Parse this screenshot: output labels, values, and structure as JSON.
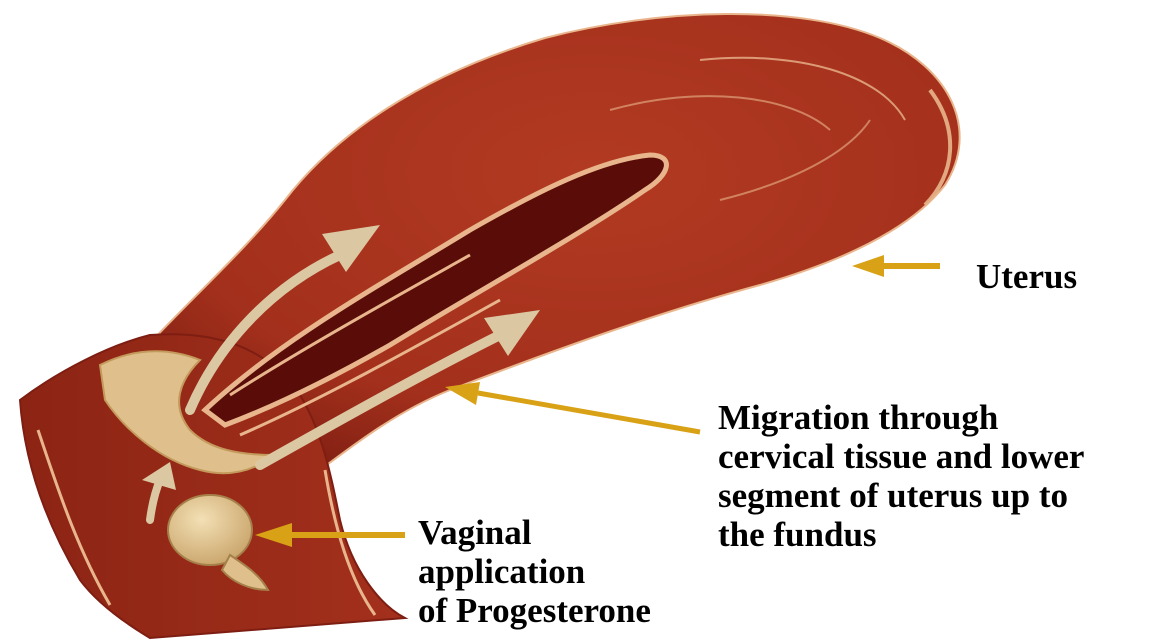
{
  "labels": {
    "uterus": "Uterus",
    "migration": {
      "lines": [
        "Migration through",
        "cervical tissue and lower",
        "segment of uterus up to",
        "the fundus"
      ]
    },
    "vaginal": {
      "lines": [
        "Vaginal",
        "application",
        "of Progesterone"
      ]
    }
  },
  "colors": {
    "uterus_wall": "#a8331e",
    "uterus_shadow": "#7e1e12",
    "cavity": "#5a0d08",
    "highlight": "#e9b58c",
    "cervix_tissue": "#dfc08c",
    "migration_arrow": "#dcc7a3",
    "pointer_arrow": "#d9a216"
  }
}
